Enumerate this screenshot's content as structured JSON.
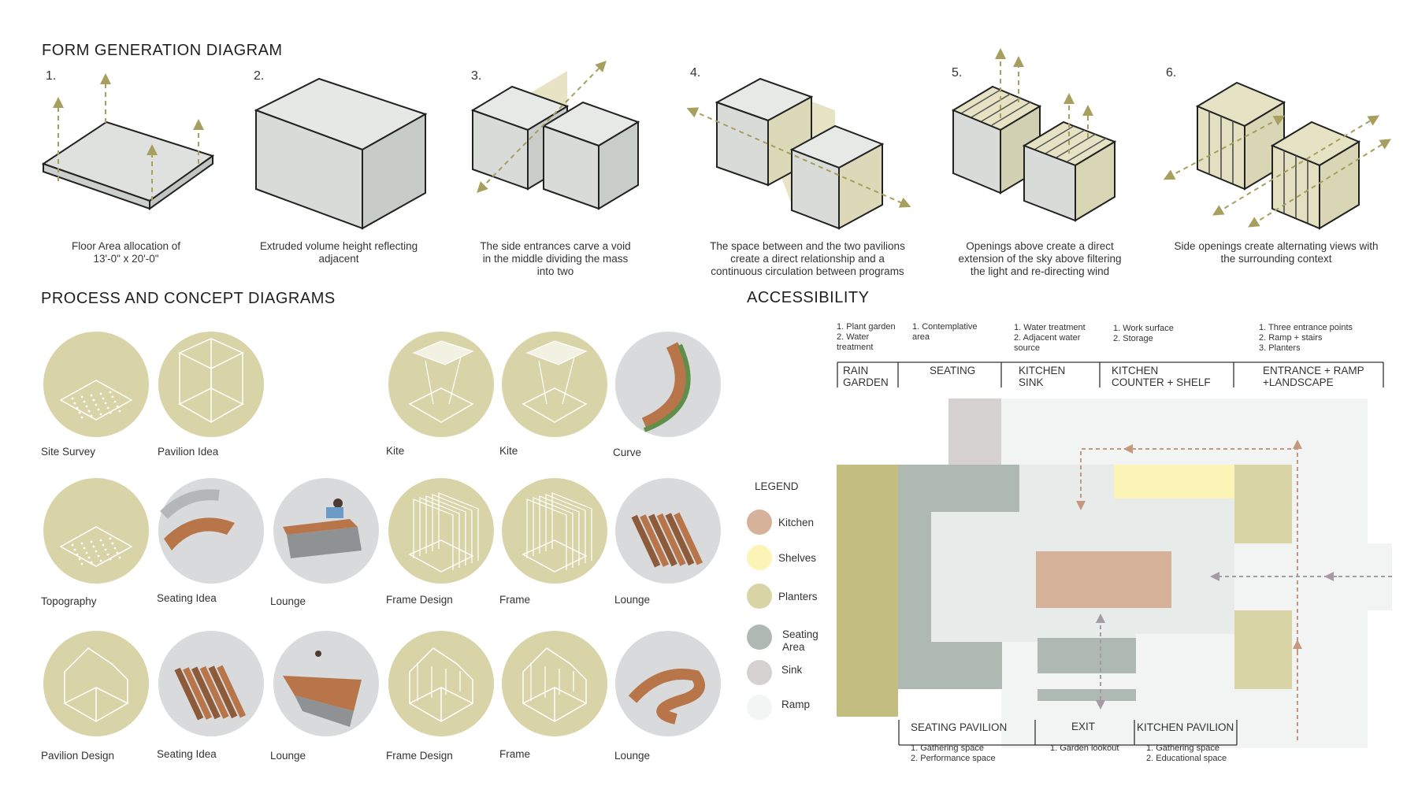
{
  "form": {
    "title": "FORM GENERATION DIAGRAM",
    "steps": [
      {
        "num": "1.",
        "caption": "Floor Area allocation of\n13'-0\" x 20'-0\""
      },
      {
        "num": "2.",
        "caption": "Extruded volume height reflecting\nadjacent"
      },
      {
        "num": "3.",
        "caption": "The side entrances carve a void\nin the middle dividing the mass\ninto two"
      },
      {
        "num": "4.",
        "caption": "The space between and the two pavilions\ncreate a direct relationship and a\ncontinuous circulation between programs"
      },
      {
        "num": "5.",
        "caption": "Openings above create a direct\nextension of the sky above  filtering\nthe light and re-directing wind"
      },
      {
        "num": "6.",
        "caption": "Side openings create  alternating views with\nthe surrounding context"
      }
    ]
  },
  "process": {
    "title": "PROCESS AND CONCEPT DIAGRAMS",
    "items": [
      {
        "label": "Site Survey"
      },
      {
        "label": "Pavilion Idea"
      },
      {
        "label": "Kite"
      },
      {
        "label": "Kite"
      },
      {
        "label": "Curve"
      },
      {
        "label": "Topography"
      },
      {
        "label": "Seating Idea"
      },
      {
        "label": "Lounge"
      },
      {
        "label": "Frame Design"
      },
      {
        "label": "Frame"
      },
      {
        "label": "Lounge"
      },
      {
        "label": "Pavilion Design"
      },
      {
        "label": "Seating Idea"
      },
      {
        "label": "Lounge"
      },
      {
        "label": "Frame Design"
      },
      {
        "label": "Frame"
      },
      {
        "label": "Lounge"
      }
    ]
  },
  "accessibility": {
    "title": "ACCESSIBILITY",
    "notes": [
      "1. Plant garden\n2. Water\ntreatment",
      "1. Contemplative\narea",
      "1. Water treatment\n2. Adjacent water\nsource",
      "1. Work surface\n2. Storage",
      "1. Three entrance points\n2. Ramp + stairs\n3. Planters"
    ],
    "top_labels": [
      "RAIN\nGARDEN",
      "SEATING",
      "KITCHEN\nSINK",
      "KITCHEN\nCOUNTER + SHELF",
      "ENTRANCE + RAMP\n+LANDSCAPE"
    ],
    "bottom_labels": [
      "SEATING PAVILION",
      "EXIT",
      "KITCHEN PAVILION"
    ],
    "bottom_notes": [
      "1. Gathering space\n2. Performance space",
      "1. Garden lookout",
      "1. Gathering space\n2. Educational space"
    ],
    "legend": {
      "title": "LEGEND",
      "items": [
        {
          "label": "Kitchen",
          "color": "#d7b29a"
        },
        {
          "label": "Shelves",
          "color": "#fbf4b6"
        },
        {
          "label": "Planters",
          "color": "#d8d4a6"
        },
        {
          "label": "Seating\nArea",
          "color": "#aeb9b3"
        },
        {
          "label": "Sink",
          "color": "#d5d1d0"
        },
        {
          "label": "Ramp",
          "color": "#f2f5f3"
        }
      ]
    }
  },
  "colors": {
    "olive": "#d9d4a8",
    "grey_circle": "#d8dadb",
    "arrow": "#a69f5e",
    "plan_arrow": "#c4977f",
    "plan_arrow_grey": "#a59ca3"
  }
}
